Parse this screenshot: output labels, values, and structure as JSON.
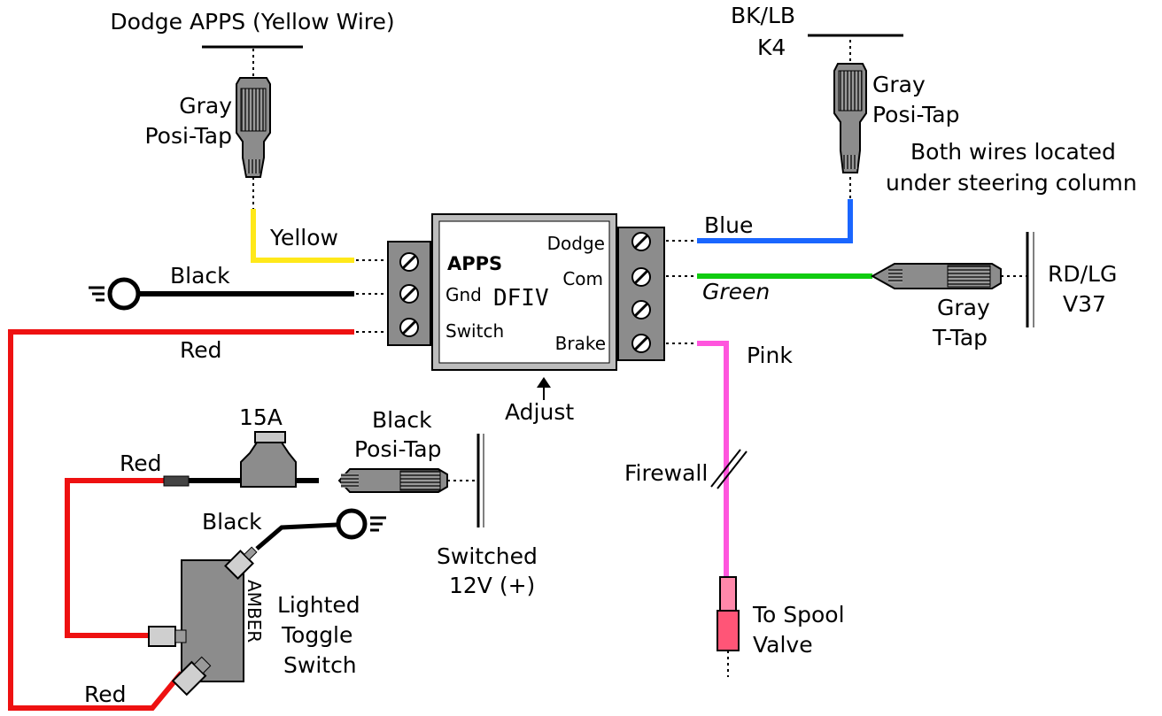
{
  "labels": {
    "dodge_apps": "Dodge APPS (Yellow Wire)",
    "bk_lb": "BK/LB",
    "k4": "K4",
    "gray1": "Gray",
    "posi_tap1": "Posi-Tap",
    "gray2": "Gray",
    "posi_tap2": "Posi-Tap",
    "both_wires_1": "Both wires located",
    "both_wires_2": "under steering column",
    "yellow": "Yellow",
    "black_ground": "Black",
    "red_main": "Red",
    "blue": "Blue",
    "green": "Green",
    "pink": "Pink",
    "rd_lg": "RD/LG",
    "v37": "V37",
    "gray_ttap_1": "Gray",
    "gray_ttap_2": "T-Tap",
    "adjust": "Adjust",
    "fuse": "15A",
    "black_posi_1": "Black",
    "black_posi_2": "Posi-Tap",
    "red_fuse": "Red",
    "black_switch": "Black",
    "switched_1": "Switched",
    "switched_2": "12V (+)",
    "firewall": "Firewall",
    "lighted": "Lighted",
    "toggle": "Toggle",
    "switch": "Switch",
    "amber": "AMBER",
    "red_bottom": "Red",
    "to_spool": "To Spool",
    "valve": "Valve"
  },
  "module": {
    "name": "DFIV",
    "left_terminals": [
      "APPS",
      "Gnd",
      "Switch"
    ],
    "right_terminals": [
      "Dodge",
      "Com",
      "Brake"
    ]
  },
  "colors": {
    "yellow_wire": "#ffe81a",
    "black_wire": "#000000",
    "red_wire": "#ee1111",
    "blue_wire": "#1a66ff",
    "green_wire": "#11cc11",
    "pink_wire": "#ff55dd",
    "gray_part": "#8c8c8c",
    "spool_connector": "#ff5577"
  }
}
